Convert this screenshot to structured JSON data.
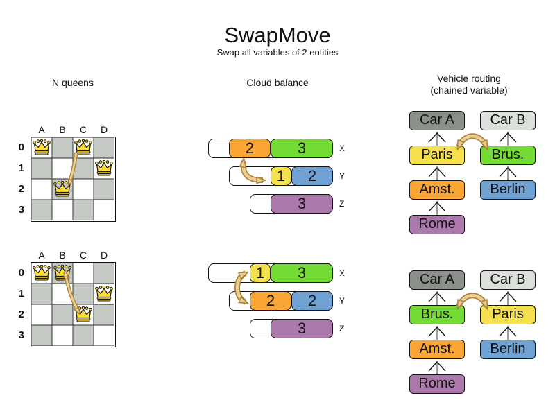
{
  "title": "SwapMove",
  "subtitle": "Swap all variables of 2 entities",
  "colors": {
    "board_dark": "#c5c9c4",
    "queen": "#FFDE38",
    "orange": "#F9A636",
    "green": "#74DB34",
    "yellow": "#F5E04E",
    "blue": "#6FA1D3",
    "purple": "#AB79AB",
    "car_a": "#8B908B",
    "car_b": "#DCE0DB",
    "swap_arrow_fill": "#EFCE93",
    "swap_arrow_stroke": "#A9843D"
  },
  "icons": {
    "queen_icon": "chess-queen-crown",
    "swap_arrow_icon": "curved-double-arrow",
    "chain_arrow_icon": "upward-open-arrow"
  },
  "sections": {
    "nqueens": {
      "header": "N queens",
      "columns": [
        "A",
        "B",
        "C",
        "D"
      ],
      "rows": [
        "0",
        "1",
        "2",
        "3"
      ],
      "boards": [
        {
          "queens": [
            {
              "col": 0,
              "row": 0
            },
            {
              "col": 2,
              "row": 0
            },
            {
              "col": 3,
              "row": 1
            },
            {
              "col": 1,
              "row": 2
            }
          ]
        },
        {
          "queens": [
            {
              "col": 0,
              "row": 0
            },
            {
              "col": 1,
              "row": 0
            },
            {
              "col": 3,
              "row": 1
            },
            {
              "col": 2,
              "row": 2
            }
          ]
        }
      ]
    },
    "cloud": {
      "header": "Cloud balance",
      "states": [
        {
          "rows": [
            {
              "label": "X",
              "capacity": 6,
              "segments": [
                {
                  "value": "2",
                  "units": 2,
                  "color": "orange"
                },
                {
                  "value": "3",
                  "units": 3,
                  "color": "green"
                }
              ]
            },
            {
              "label": "Y",
              "capacity": 5,
              "segments": [
                {
                  "value": "1",
                  "units": 1,
                  "color": "yellow"
                },
                {
                  "value": "2",
                  "units": 2,
                  "color": "blue"
                }
              ]
            },
            {
              "label": "Z",
              "capacity": 4,
              "segments": [
                {
                  "value": "3",
                  "units": 3,
                  "color": "purple"
                }
              ]
            }
          ]
        },
        {
          "rows": [
            {
              "label": "X",
              "capacity": 6,
              "segments": [
                {
                  "value": "1",
                  "units": 1,
                  "color": "yellow"
                },
                {
                  "value": "3",
                  "units": 3,
                  "color": "green"
                }
              ]
            },
            {
              "label": "Y",
              "capacity": 5,
              "segments": [
                {
                  "value": "2",
                  "units": 2,
                  "color": "orange"
                },
                {
                  "value": "2",
                  "units": 2,
                  "color": "blue"
                }
              ]
            },
            {
              "label": "Z",
              "capacity": 4,
              "segments": [
                {
                  "value": "3",
                  "units": 3,
                  "color": "purple"
                }
              ]
            }
          ]
        }
      ]
    },
    "vehicle": {
      "header_line1": "Vehicle routing",
      "header_line2": "(chained variable)",
      "states": [
        {
          "chains": [
            {
              "boxes": [
                {
                  "label": "Car A",
                  "color": "car_a"
                },
                {
                  "label": "Paris",
                  "color": "yellow"
                },
                {
                  "label": "Amst.",
                  "color": "orange"
                },
                {
                  "label": "Rome",
                  "color": "purple"
                }
              ]
            },
            {
              "boxes": [
                {
                  "label": "Car B",
                  "color": "car_b"
                },
                {
                  "label": "Brus.",
                  "color": "green"
                },
                {
                  "label": "Berlin",
                  "color": "blue"
                }
              ]
            }
          ]
        },
        {
          "chains": [
            {
              "boxes": [
                {
                  "label": "Car A",
                  "color": "car_a"
                },
                {
                  "label": "Brus.",
                  "color": "green"
                },
                {
                  "label": "Amst.",
                  "color": "orange"
                },
                {
                  "label": "Rome",
                  "color": "purple"
                }
              ]
            },
            {
              "boxes": [
                {
                  "label": "Car B",
                  "color": "car_b"
                },
                {
                  "label": "Paris",
                  "color": "yellow"
                },
                {
                  "label": "Berlin",
                  "color": "blue"
                }
              ]
            }
          ]
        }
      ]
    }
  }
}
